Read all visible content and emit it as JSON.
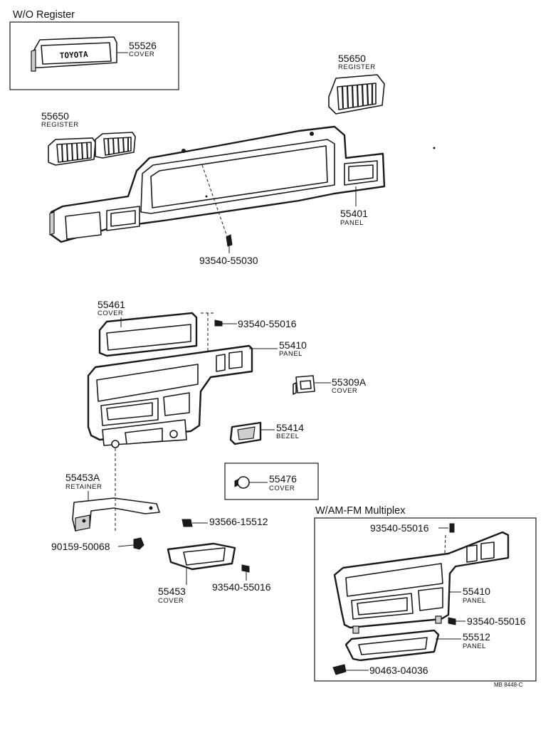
{
  "sections": {
    "wo_register": "W/O Register",
    "am_fm": "W/AM-FM Multiplex"
  },
  "parts": {
    "cover_55526": {
      "number": "55526",
      "name": "COVER",
      "emblem": "TOYOTA"
    },
    "register_right": {
      "number": "55650",
      "name": "REGISTER"
    },
    "register_left": {
      "number": "55650",
      "name": "REGISTER"
    },
    "panel_55401": {
      "number": "55401",
      "name": "PANEL"
    },
    "screw_93540_55030": {
      "number": "93540-55030"
    },
    "cover_55461": {
      "number": "55461",
      "name": "COVER"
    },
    "screw_93540_55016_a": {
      "number": "93540-55016"
    },
    "panel_55410": {
      "number": "55410",
      "name": "PANEL"
    },
    "cover_55309a": {
      "number": "55309A",
      "name": "COVER"
    },
    "bezel_55414": {
      "number": "55414",
      "name": "BEZEL"
    },
    "cover_55476": {
      "number": "55476",
      "name": "COVER"
    },
    "retainer_55453a": {
      "number": "55453A",
      "name": "RETAINER"
    },
    "screw_93566_15512": {
      "number": "93566-15512"
    },
    "bolt_90159_50068": {
      "number": "90159-50068"
    },
    "cover_55453": {
      "number": "55453",
      "name": "COVER"
    },
    "screw_93540_55016_b": {
      "number": "93540-55016"
    },
    "screw_93540_55016_c": {
      "number": "93540-55016"
    },
    "panel_55410_b": {
      "number": "55410",
      "name": "PANEL"
    },
    "screw_93540_55016_d": {
      "number": "93540-55016"
    },
    "panel_55512": {
      "number": "55512",
      "name": "PANEL"
    },
    "clip_90463_04036": {
      "number": "90463-04036"
    }
  },
  "diagram_code": "MB 8448-C"
}
